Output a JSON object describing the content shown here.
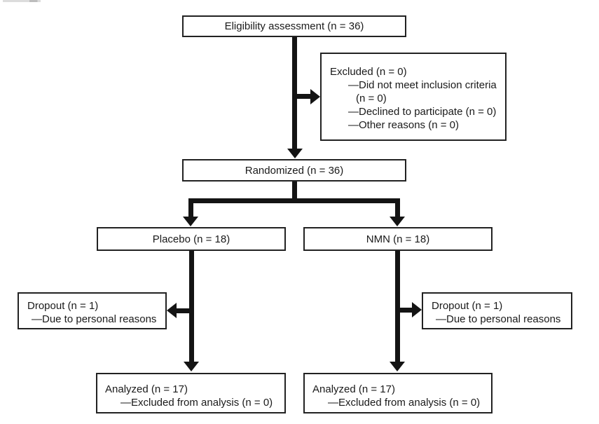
{
  "figure": {
    "type": "consort-participant-flow-diagram",
    "background": "#ffffff",
    "line_color": "#141414",
    "text_color": "#1a1a1a",
    "nodes": {
      "eligibility": {
        "label": "Eligibility assessment (n = 36)"
      },
      "excluded": {
        "heading": "Excluded (n = 0)",
        "reason1_line1": "—Did not meet inclusion criteria",
        "reason1_line2": "(n = 0)",
        "reason2": "—Declined to participate (n = 0)",
        "reason3": "—Other reasons (n = 0)"
      },
      "randomized": {
        "label": "Randomized (n = 36)"
      },
      "placebo": {
        "label": "Placebo (n = 18)"
      },
      "nmn": {
        "label": "NMN (n = 18)"
      },
      "dropout_placebo": {
        "heading": "Dropout (n = 1)",
        "reason": "—Due to personal reasons"
      },
      "dropout_nmn": {
        "heading": "Dropout (n = 1)",
        "reason": "—Due to personal reasons"
      },
      "analyzed_placebo": {
        "heading": "Analyzed (n = 17)",
        "note": "—Excluded from analysis (n = 0)"
      },
      "analyzed_nmn": {
        "heading": "Analyzed (n = 17)",
        "note": "—Excluded from analysis (n = 0)"
      }
    },
    "edges": [
      {
        "from": "eligibility",
        "to": "randomized"
      },
      {
        "from": "eligibility",
        "to": "excluded"
      },
      {
        "from": "randomized",
        "to": "placebo"
      },
      {
        "from": "randomized",
        "to": "nmn"
      },
      {
        "from": "placebo",
        "to": "dropout_placebo"
      },
      {
        "from": "placebo",
        "to": "analyzed_placebo"
      },
      {
        "from": "nmn",
        "to": "dropout_nmn"
      },
      {
        "from": "nmn",
        "to": "analyzed_nmn"
      }
    ]
  }
}
